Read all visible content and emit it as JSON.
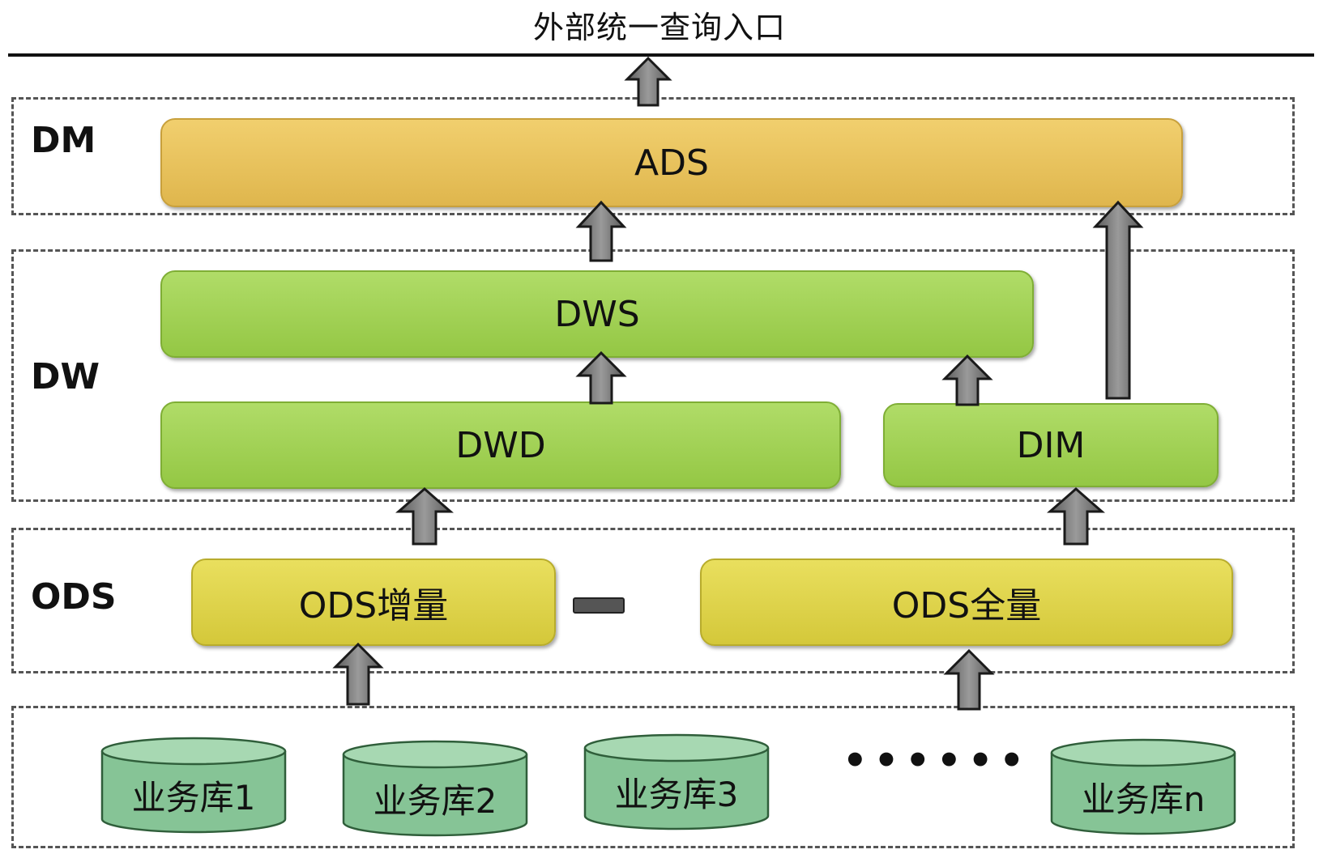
{
  "title": "外部统一查询入口",
  "layers": {
    "dm": "DM",
    "dw": "DW",
    "ods": "ODS"
  },
  "boxes": {
    "ads": "ADS",
    "dws": "DWS",
    "dwd": "DWD",
    "dim": "DIM",
    "ods_incremental": "ODS增量",
    "ods_full": "ODS全量"
  },
  "sources": [
    "业务库1",
    "业务库2",
    "业务库3",
    "业务库n"
  ],
  "ellipsis": "••••••",
  "colors": {
    "ads": "#e3bb52",
    "dw": "#9fd04f",
    "ods": "#dcd046",
    "database": "#7fbf8f",
    "arrow": "#6e6e6e"
  }
}
